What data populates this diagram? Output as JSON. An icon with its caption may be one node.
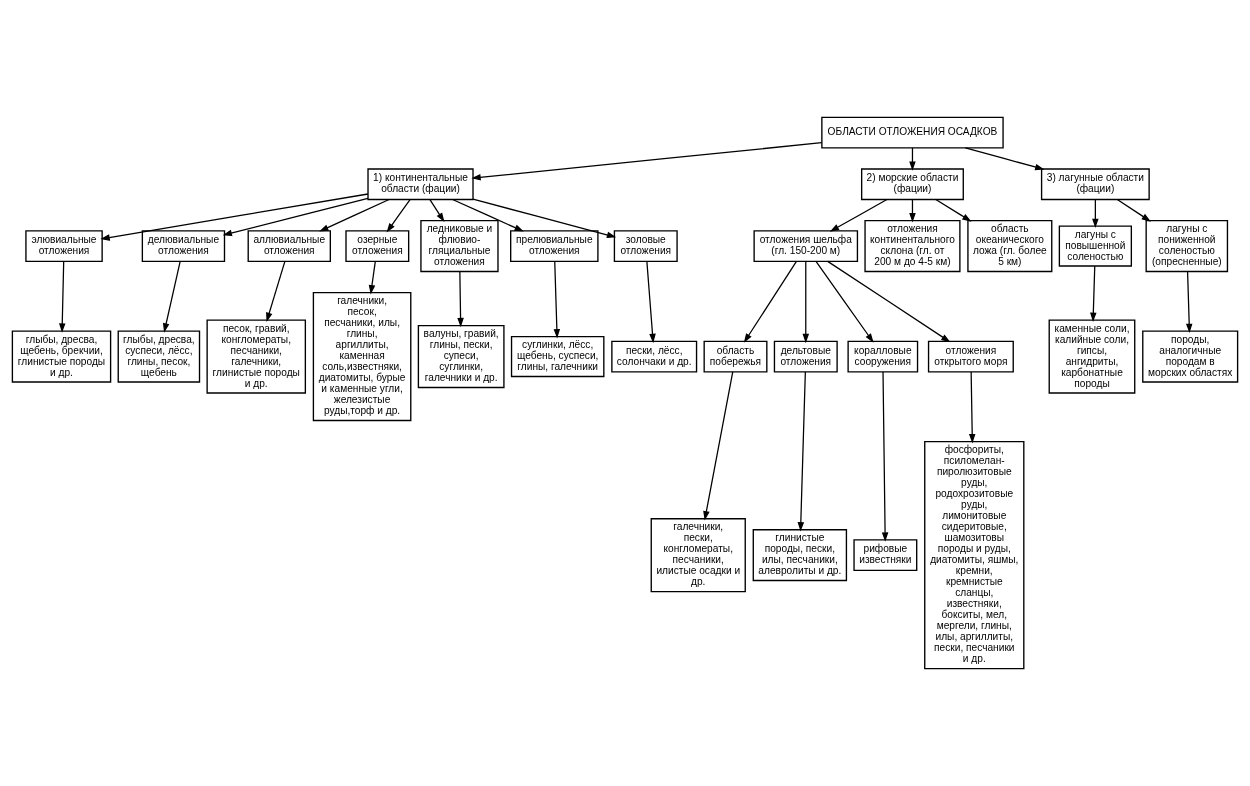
{
  "diagram": {
    "nodes": [
      {
        "text": [
          "ОБЛАСТИ ОТЛОЖЕНИЯ ОСАДКОВ"
        ]
      },
      {
        "text": [
          "1) континентальные области (фации)"
        ]
      },
      {
        "text": [
          "2) морские области (фации)"
        ]
      },
      {
        "text": [
          "3) лагунные области (фации)"
        ]
      },
      {
        "text": [
          "элювиальные отложения"
        ]
      },
      {
        "text": [
          "делювиальные отложения"
        ]
      },
      {
        "text": [
          "аллювиальные отложения"
        ]
      },
      {
        "text": [
          "озерные отложения"
        ]
      },
      {
        "text": [
          "ледниковые и флювио-гляциальные отложения"
        ]
      },
      {
        "text": [
          "прелювиальные отложения"
        ]
      },
      {
        "text": [
          "золовые отложения"
        ]
      },
      {
        "text": [
          "глыбы, дресва, щебень, брекчии, глинистые породы и др."
        ]
      },
      {
        "text": [
          "глыбы, дресва, суспеси, лёсс, глины, песок, щебень"
        ]
      },
      {
        "text": [
          "песок, гравий, конгломераты, песчаники, галечники, глинистые породы и др."
        ]
      },
      {
        "text": [
          "галечники, песок, песчаники, илы, глины, аргиллиты, каменная соль,известняки, диатомиты, бурые и каменные угли, железистые руды,торф и др."
        ]
      },
      {
        "text": [
          "валуны, гравий, глины, пески, супеси, суглинки, галечники и др."
        ]
      },
      {
        "text": [
          "суглинки, лёсс, щебень, суспеси, глины, галечники"
        ]
      },
      {
        "text": [
          "пески, лёсс, солончаки и др."
        ]
      },
      {
        "text": [
          "отложения шельфа (гл. 150-200 м)"
        ]
      },
      {
        "text": [
          "отложения континентального склона (гл. от 200 м до 4-5 км)"
        ]
      },
      {
        "text": [
          "область океанического ложа (гл. более 5 км)"
        ]
      },
      {
        "text": [
          "область побережья"
        ]
      },
      {
        "text": [
          "дельтовые отложения"
        ]
      },
      {
        "text": [
          "коралловые сооружения"
        ]
      },
      {
        "text": [
          "отложения открытого моря"
        ]
      },
      {
        "text": [
          "галечники, пески, конгломераты, песчаники, илистые осадки и др."
        ]
      },
      {
        "text": [
          "глинистые породы, пески, илы, песчаники, алевролиты и др."
        ]
      },
      {
        "text": [
          "рифовые известняки"
        ]
      },
      {
        "text": [
          "фосфориты, псиломелан-пиролюзитовые руды, родохрозитовые руды, лимонитовые сидеритовые, шамозитовы породы и руды, диатомиты, яшмы, кремни, кремнистые сланцы, известняки, бокситы, мел, мергели, глины, илы, аргиллиты, пески, песчаники и др."
        ]
      },
      {
        "text": [
          "лагуны с повышенной соленостью"
        ]
      },
      {
        "text": [
          "лагуны с пониженной соленостью (опресненные)"
        ]
      },
      {
        "text": [
          "каменные соли, калийные соли, гипсы, ангидриты, карбонатные породы"
        ]
      },
      {
        "text": [
          "породы, аналогичные породам в морских областях"
        ]
      }
    ],
    "edges": [
      {
        "from": 0,
        "to": 1,
        "arrow": "to"
      },
      {
        "from": 0,
        "to": 2,
        "arrow": "to"
      },
      {
        "from": 0,
        "to": 3,
        "arrow": "to"
      },
      {
        "from": 1,
        "to": 4,
        "arrow": "to"
      },
      {
        "from": 1,
        "to": 5,
        "arrow": "to"
      },
      {
        "from": 1,
        "to": 6,
        "arrow": "to"
      },
      {
        "from": 1,
        "to": 7,
        "arrow": "to"
      },
      {
        "from": 1,
        "to": 8,
        "arrow": "to"
      },
      {
        "from": 1,
        "to": 9,
        "arrow": "to"
      },
      {
        "from": 1,
        "to": 10,
        "arrow": "to"
      },
      {
        "from": 4,
        "to": 11,
        "arrow": "to"
      },
      {
        "from": 5,
        "to": 12,
        "arrow": "to"
      },
      {
        "from": 6,
        "to": 13,
        "arrow": "to"
      },
      {
        "from": 7,
        "to": 14,
        "arrow": "to"
      },
      {
        "from": 8,
        "to": 15,
        "arrow": "to"
      },
      {
        "from": 9,
        "to": 16,
        "arrow": "to"
      },
      {
        "from": 10,
        "to": 17,
        "arrow": "to"
      },
      {
        "from": 2,
        "to": 18,
        "arrow": "to"
      },
      {
        "from": 2,
        "to": 19,
        "arrow": "to"
      },
      {
        "from": 2,
        "to": 20,
        "arrow": "to"
      },
      {
        "from": 18,
        "to": 21,
        "arrow": "to"
      },
      {
        "from": 18,
        "to": 22,
        "arrow": "to"
      },
      {
        "from": 18,
        "to": 23,
        "arrow": "to"
      },
      {
        "from": 18,
        "to": 24,
        "arrow": "to"
      },
      {
        "from": 21,
        "to": 25,
        "arrow": "to"
      },
      {
        "from": 22,
        "to": 26,
        "arrow": "to"
      },
      {
        "from": 23,
        "to": 27,
        "arrow": "to"
      },
      {
        "from": 24,
        "to": 28,
        "arrow": "to"
      },
      {
        "from": 3,
        "to": 29,
        "arrow": "to"
      },
      {
        "from": 3,
        "to": 30,
        "arrow": "to"
      },
      {
        "from": 29,
        "to": 31,
        "arrow": "to"
      },
      {
        "from": 30,
        "to": 32,
        "arrow": "to"
      }
    ]
  }
}
